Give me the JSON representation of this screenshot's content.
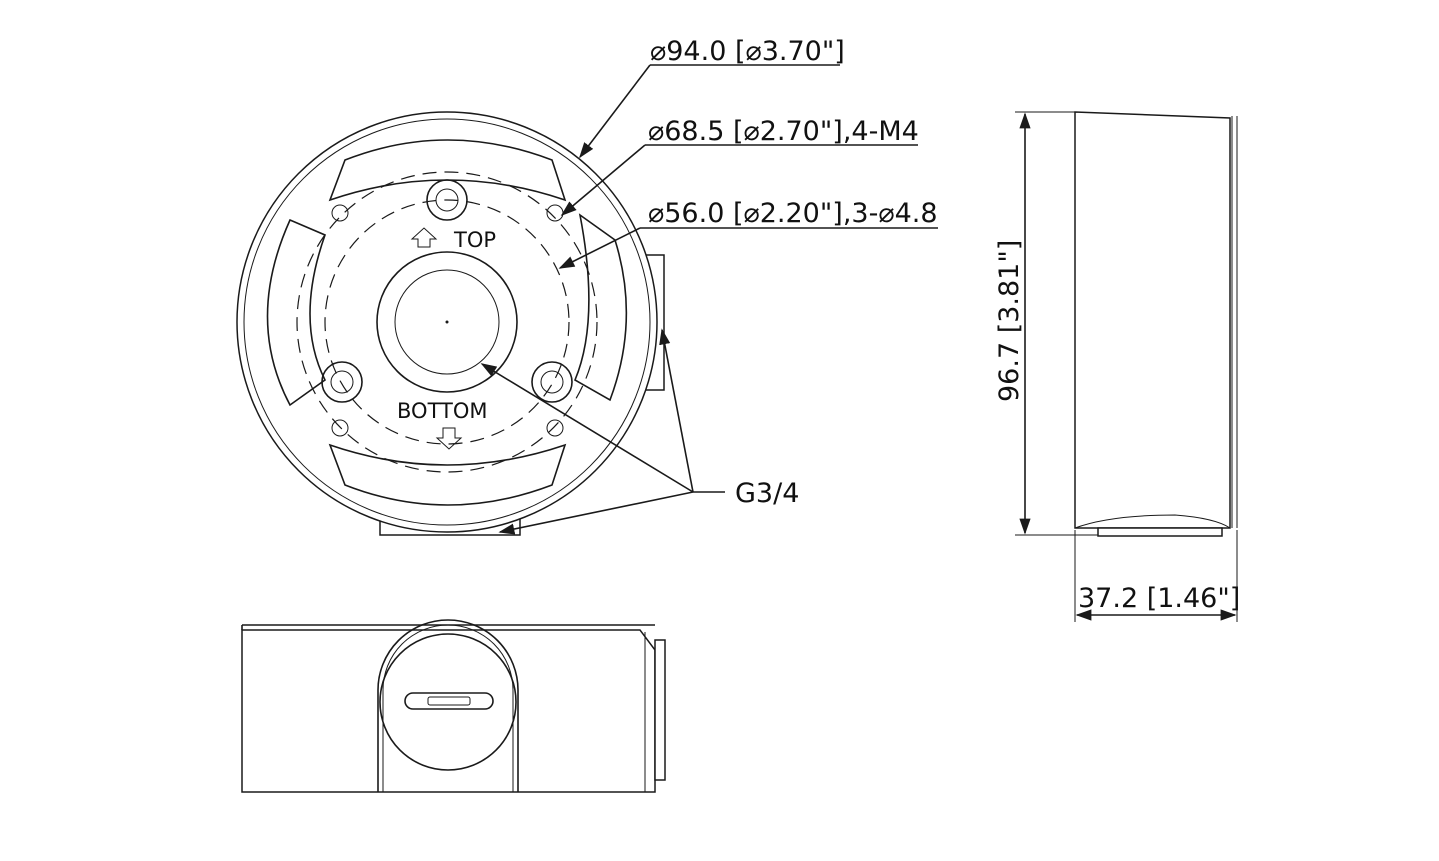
{
  "dimensions": {
    "outer_diameter": "⌀94.0 [⌀3.70\"]",
    "mount_bolt_circle": "⌀68.5 [⌀2.70\"],4-M4",
    "inner_bolt_circle": "⌀56.0 [⌀2.20\"],3-⌀4.8",
    "height": "96.7 [3.81\"]",
    "depth": "37.2 [1.46\"]",
    "thread": "G3/4"
  },
  "labels": {
    "top": "TOP",
    "bottom": "BOTTOM"
  },
  "icons": [
    "arrow-up-icon",
    "arrow-down-icon"
  ]
}
